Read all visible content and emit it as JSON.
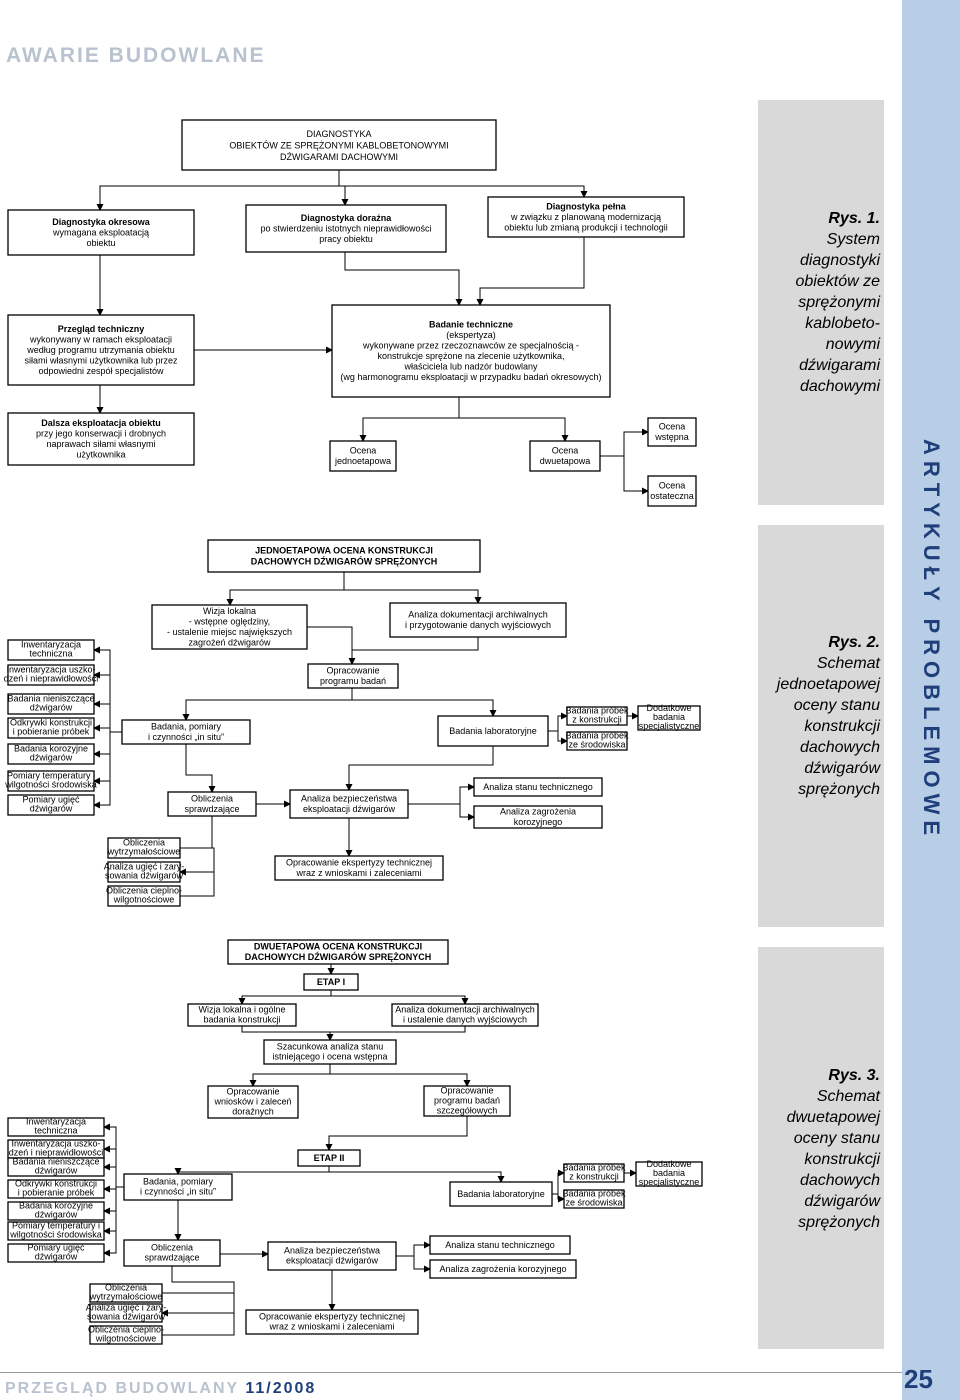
{
  "header": {
    "title": "AWARIE BUDOWLANE"
  },
  "side_label": "ARTYKUŁY PROBLEMOWE",
  "footer": {
    "journal": "PRZEGLĄD BUDOWLANY",
    "issue": "11/2008",
    "page": "25"
  },
  "captions": [
    {
      "label": "Rys. 1.",
      "text": "System diagnostyki obiektów ze sprężonymi kablobeto-nowymi dźwigarami dachowymi"
    },
    {
      "label": "Rys. 2.",
      "text": "Schemat jednoetapowej oceny stanu konstrukcji dachowych dźwigarów sprężonych"
    },
    {
      "label": "Rys. 3.",
      "text": "Schemat dwuetapowej oceny stanu konstrukcji dachowych dźwigarów sprężonych"
    }
  ],
  "diagram1": {
    "root": [
      "DIAGNOSTYKA",
      "OBIEKTÓW ZE SPRĘŻONYMI KABLOBETONOWYMI",
      "DŹWIGARAMI DACHOWYMI"
    ],
    "okresowa": [
      "Diagnostyka okresowa",
      "wymagana eksploatacją",
      "obiektu"
    ],
    "dorazna": [
      "Diagnostyka doraźna",
      "po stwierdzeniu istotnych nieprawidłowości",
      "pracy obiektu"
    ],
    "pelna": [
      "Diagnostyka pełna",
      "w związku z planowaną modernizacją",
      "obiektu lub zmianą produkcji i technologii"
    ],
    "przeglad": [
      "Przegląd techniczny",
      "wykonywany w ramach eksploatacji",
      "według programu utrzymania obiektu",
      "siłami własnymi użytkownika lub przez",
      "odpowiedni zespół specjalistów"
    ],
    "badanie": [
      "Badanie techniczne",
      "(ekspertyza)",
      "wykonywane przez rzeczoznawców ze specjalnością -",
      "konstrukcje sprężone na zlecenie użytkownika,",
      "właściciela lub nadzór budowlany",
      "(wg harmonogramu eksploatacji w przypadku badań okresowych)"
    ],
    "dalsza": [
      "Dalsza eksploatacja obiektu",
      "przy jego konserwacji i drobnych",
      "naprawach siłami własnymi",
      "użytkownika"
    ],
    "jednoetapowa": [
      "Ocena",
      "jednoetapowa"
    ],
    "dwuetapowa": [
      "Ocena",
      "dwuetapowa"
    ],
    "wstepna": [
      "Ocena",
      "wstępna"
    ],
    "ostateczna": [
      "Ocena",
      "ostateczna"
    ]
  },
  "diagram2": {
    "title": [
      "JEDNOETAPOWA OCENA KONSTRUKCJI",
      "DACHOWYCH DŹWIGARÓW SPRĘŻONYCH"
    ],
    "wizja": [
      "Wizja lokalna",
      "- wstępne oględziny,",
      "- ustalenie miejsc największych",
      "zagrożeń dźwigarów"
    ],
    "analiza_dok": [
      "Analiza dokumentacji archiwalnych",
      "i przygotowanie danych wyjściowych"
    ],
    "program": [
      "Opracowanie",
      "programu badań"
    ],
    "insitu": [
      "Badania, pomiary",
      "i czynności „in situ”"
    ],
    "laboratoryjne": [
      "Badania laboratoryjne"
    ],
    "probki_konstr": [
      "Badania próbek",
      "z konstrukcji"
    ],
    "probki_srod": [
      "Badania próbek",
      "ze środowiska"
    ],
    "dodatkowe": [
      "Dodatkowe",
      "badania",
      "specjalistyczne"
    ],
    "left_list": [
      [
        "Inwentaryzacja",
        "techniczna"
      ],
      [
        "Inwentaryzacja uszko-",
        "dzeń i nieprawidłowości"
      ],
      [
        "Badania nieniszczące",
        "dźwigarów"
      ],
      [
        "Odkrywki konstrukcji",
        "i pobieranie próbek"
      ],
      [
        "Badania korozyjne",
        "dźwigarów"
      ],
      [
        "Pomiary temperatury i",
        "wilgotności środowiska"
      ],
      [
        "Pomiary ugięć",
        "dźwigarów"
      ]
    ],
    "obliczenia": [
      "Obliczenia",
      "sprawdzające"
    ],
    "bezpieczenstwa": [
      "Analiza bezpieczeństwa",
      "eksploatacji dźwigarów"
    ],
    "stanu": [
      "Analiza stanu technicznego"
    ],
    "zagrozenia": [
      "Analiza zagrożenia",
      "korozyjnego"
    ],
    "calc_list": [
      [
        "Obliczenia",
        "wytrzymałościowe"
      ],
      [
        "Analiza ugięć i zary-",
        "sowania dźwigarów"
      ],
      [
        "Obliczenia cieplno-",
        "wilgotnościowe"
      ]
    ],
    "ekspertyza": [
      "Opracowanie ekspertyzy technicznej",
      "wraz z wnioskami i zaleceniami"
    ]
  },
  "diagram3": {
    "title": [
      "DWUETAPOWA OCENA KONSTRUKCJI",
      "DACHOWYCH DŹWIGARÓW SPRĘŻONYCH"
    ],
    "etap1": [
      "ETAP I"
    ],
    "wizja": [
      "Wizja lokalna i ogólne",
      "badania konstrukcji"
    ],
    "analiza_dok": [
      "Analiza dokumentacji archiwalnych",
      "i ustalenie danych wyjściowych"
    ],
    "szacunkowa": [
      "Szacunkowa analiza stanu",
      "istniejącego i ocena wstępna"
    ],
    "wnioski": [
      "Opracowanie",
      "wniosków i zaleceń",
      "doraźnych"
    ],
    "program": [
      "Opracowanie",
      "programu badań",
      "szczegółowych"
    ],
    "etap2": [
      "ETAP II"
    ],
    "insitu": [
      "Badania, pomiary",
      "i czynności „in situ”"
    ],
    "laboratoryjne": [
      "Badania laboratoryjne"
    ],
    "probki_konstr": [
      "Badania próbek",
      "z konstrukcji"
    ],
    "probki_srod": [
      "Badania próbek",
      "ze środowiska"
    ],
    "dodatkowe": [
      "Dodatkowe",
      "badania",
      "specjalistyczne"
    ],
    "left_list": [
      [
        "Inwentaryzacja",
        "techniczna"
      ],
      [
        "Inwentaryzacja uszko-",
        "dzeń i nieprawidłowości"
      ],
      [
        "Badania nieniszczące",
        "dźwigarów"
      ],
      [
        "Odkrywki konstrukcji",
        "i pobieranie próbek"
      ],
      [
        "Badania korozyjne",
        "dźwigarów"
      ],
      [
        "Pomiary temperatury i",
        "wilgotności środowiska"
      ],
      [
        "Pomiary ugięć",
        "dźwigarów"
      ]
    ],
    "obliczenia": [
      "Obliczenia",
      "sprawdzające"
    ],
    "bezpieczenstwa": [
      "Analiza bezpieczeństwa",
      "eksploatacji dźwigarów"
    ],
    "stanu": [
      "Analiza stanu technicznego"
    ],
    "zagrozenia": [
      "Analiza zagrożenia korozyjnego"
    ],
    "calc_list": [
      [
        "Obliczenia",
        "wytrzymałościowe"
      ],
      [
        "Analiza ugięć i zary-",
        "sowania dźwigarów"
      ],
      [
        "Obliczenia cieplno-",
        "wilgotnościowe"
      ]
    ],
    "ekspertyza": [
      "Opracowanie ekspertyzy technicznej",
      "wraz z wnioskami i zaleceniami"
    ]
  }
}
